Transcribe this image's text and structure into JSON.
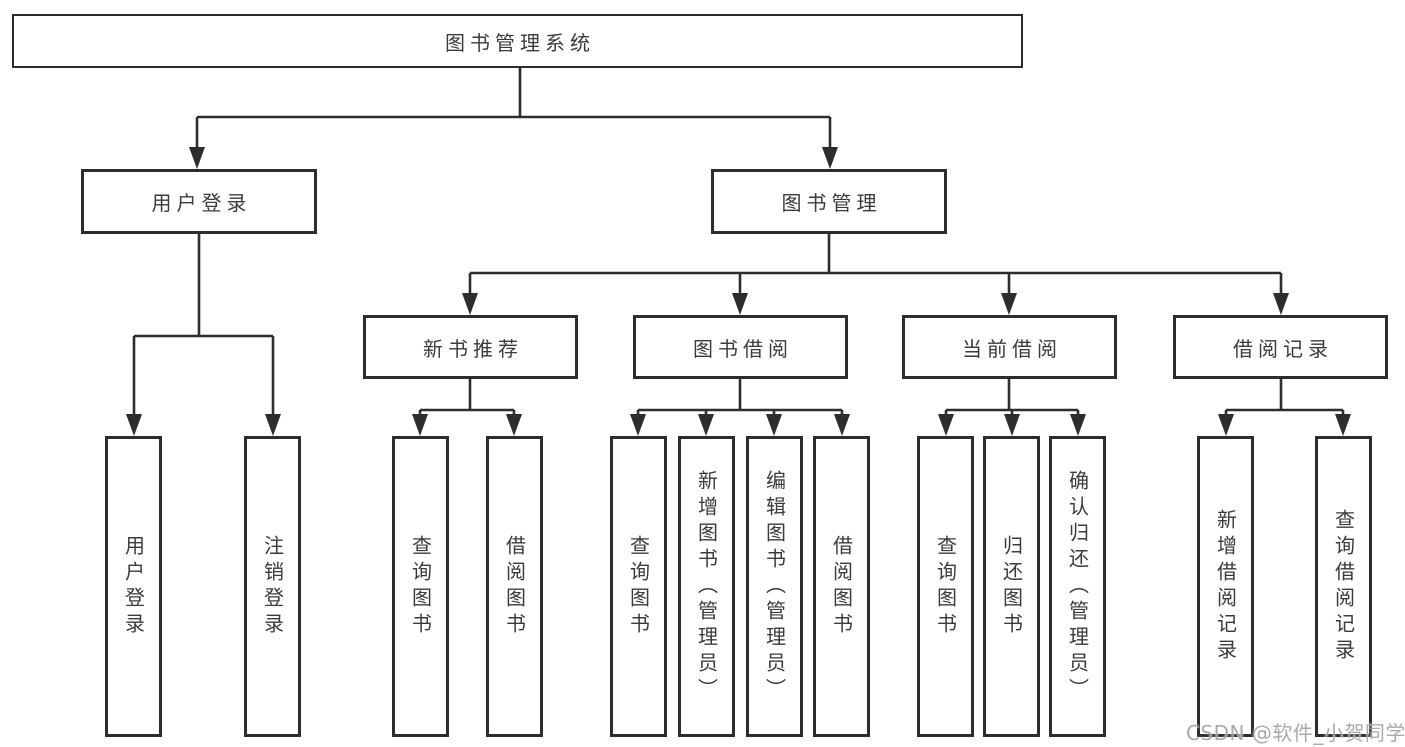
{
  "diagram": {
    "title": "图书管理系统",
    "root": {
      "label": "图书管理系统"
    },
    "user_login": {
      "label": "用户登录",
      "children": [
        {
          "label": "用户登录"
        },
        {
          "label": "注销登录"
        }
      ]
    },
    "book_mgmt": {
      "label": "图书管理"
    },
    "new_book": {
      "label": "新书推荐",
      "children": [
        {
          "label": "查询图书"
        },
        {
          "label": "借阅图书"
        }
      ]
    },
    "borrow": {
      "label": "图书借阅",
      "children": [
        {
          "label": "查询图书"
        },
        {
          "label": "新增图书（管理员）"
        },
        {
          "label": "编辑图书（管理员）"
        },
        {
          "label": "借阅图书"
        }
      ]
    },
    "current": {
      "label": "当前借阅",
      "children": [
        {
          "label": "查询图书"
        },
        {
          "label": "归还图书"
        },
        {
          "label": "确认归还（管理员）"
        }
      ]
    },
    "records": {
      "label": "借阅记录",
      "children": [
        {
          "label": "新增借阅记录"
        },
        {
          "label": "查询借阅记录"
        }
      ]
    }
  },
  "watermark": "CSDN @软件_小贺同学",
  "colors": {
    "line": "#2d2d2d",
    "text": "#3b3b3b",
    "background": "#ffffff",
    "watermark": "#9e9e9e"
  }
}
